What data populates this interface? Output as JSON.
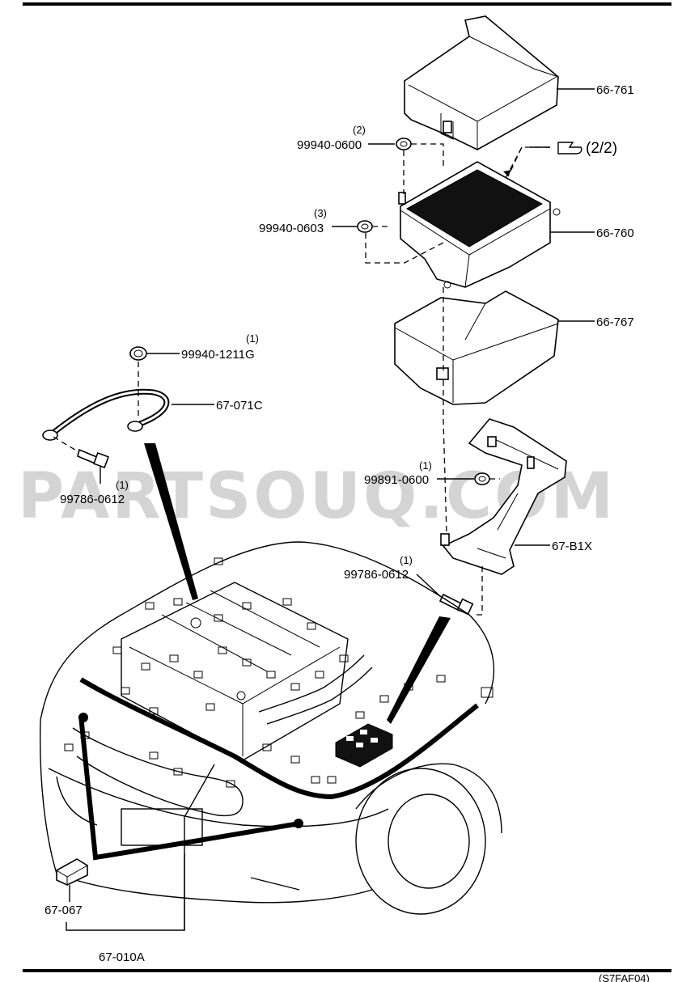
{
  "watermark": "PARTSOUQ.COM",
  "footer_code": "(S7FAF04)",
  "reference": {
    "icon": "hand-pointer-icon",
    "text": "(2/2)"
  },
  "callouts": [
    {
      "id": "cover",
      "part": "66-761",
      "qty": ""
    },
    {
      "id": "box",
      "part": "66-760",
      "qty": ""
    },
    {
      "id": "lower-case",
      "part": "66-767",
      "qty": ""
    },
    {
      "id": "nut-top",
      "part": "99940-0600",
      "qty": "(2)"
    },
    {
      "id": "nut-mid",
      "part": "99940-0603",
      "qty": "(3)"
    },
    {
      "id": "nut-ground",
      "part": "99940-1211G",
      "qty": "(1)"
    },
    {
      "id": "ground-cable",
      "part": "67-071C",
      "qty": ""
    },
    {
      "id": "bolt-left",
      "part": "99786-0612",
      "qty": "(1)"
    },
    {
      "id": "nut-bracket",
      "part": "99891-0600",
      "qty": "(1)"
    },
    {
      "id": "bracket",
      "part": "67-B1X",
      "qty": ""
    },
    {
      "id": "bolt-right",
      "part": "99786-0612",
      "qty": "(1)"
    },
    {
      "id": "connector",
      "part": "67-067",
      "qty": ""
    },
    {
      "id": "harness",
      "part": "67-010A",
      "qty": ""
    }
  ]
}
